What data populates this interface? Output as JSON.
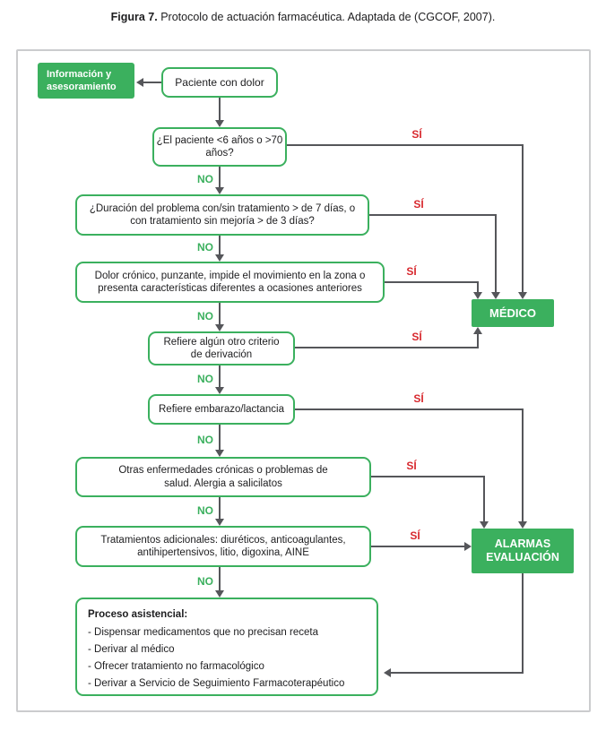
{
  "title": {
    "bold": "Figura 7.",
    "rest": " Protocolo de actuación farmacéutica. Adaptada de (CGCOF, 2007)."
  },
  "labels": {
    "yes": "SÍ",
    "no": "NO"
  },
  "colors": {
    "green": "#3bb05e",
    "red": "#d8292f",
    "arrow_gray": "#55565a"
  },
  "nodes": {
    "info": "Información y asesoramiento",
    "paciente": "Paciente con dolor",
    "edad": "¿El paciente <6 años o >70 años?",
    "duracion": "¿Duración del problema con/sin tratamiento > de 7 días, o con tratamiento sin mejoría > de 3 días?",
    "cronico": "Dolor crónico, punzante, impide el movimiento en la zona o presenta características diferentes a ocasiones anteriores",
    "criterio": "Refiere algún otro criterio de derivación",
    "embarazo": "Refiere embarazo/lactancia",
    "otras": "Otras enfermedades crónicas o problemas de salud. Alergia a salicilatos",
    "tratamientos": "Tratamientos adicionales: diuréticos, anticoagulantes, antihipertensivos, litio, digoxina, AINE",
    "medico": "MÉDICO",
    "alarmas": "ALARMAS EVALUACIÓN",
    "proceso": {
      "title": "Proceso asistencial:",
      "items": [
        "- Dispensar medicamentos que no precisan receta",
        "- Derivar al médico",
        "- Ofrecer tratamiento no farmacológico",
        "- Derivar a Servicio de Seguimiento Farmacoterapéutico"
      ]
    }
  }
}
